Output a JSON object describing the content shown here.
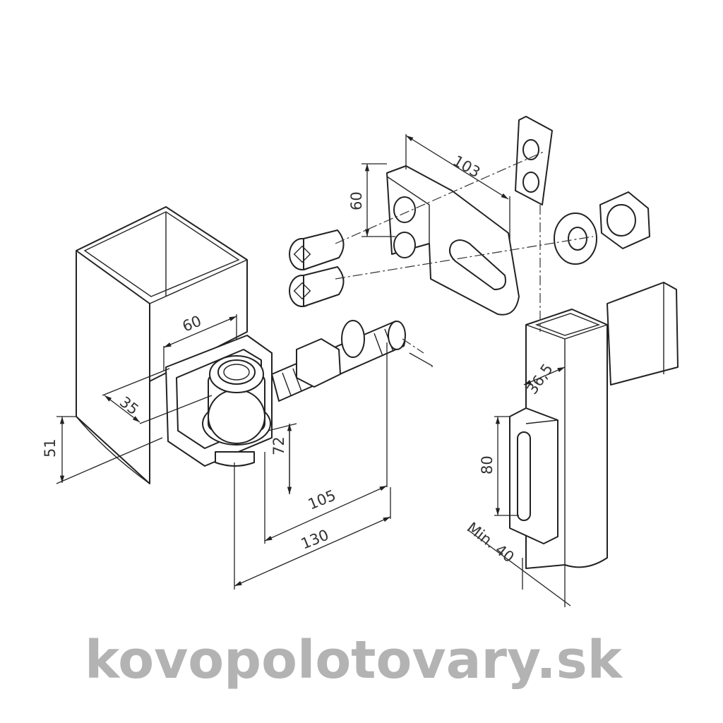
{
  "drawing": {
    "dimensions": {
      "plate_length": "103",
      "plate_height": "60",
      "post_width": "60",
      "offset": "35",
      "mount_height": "51",
      "eye_height": "72",
      "bolt_reach_short": "105",
      "bolt_reach_long": "130",
      "tube_width": "36,5",
      "latch_height": "80",
      "min_width": "Min. 40"
    },
    "watermark": "kovopolotovary.sk"
  }
}
